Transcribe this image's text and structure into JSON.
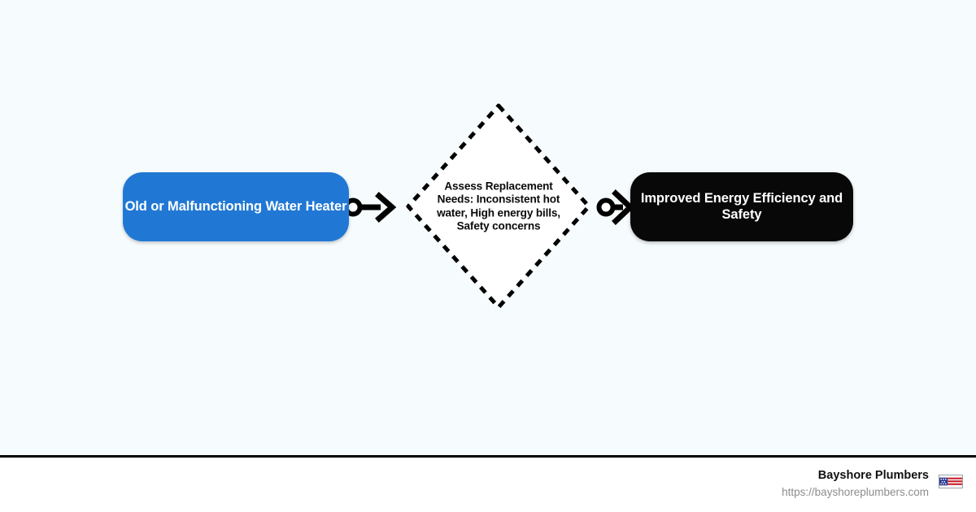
{
  "canvas": {
    "background_color": "#f6fcfe"
  },
  "diagram": {
    "type": "flowchart",
    "direction": "left-to-right",
    "nodes": [
      {
        "id": "start",
        "shape": "rounded-rectangle",
        "label": "Old or Malfunctioning Water Heater",
        "fill_color": "#2178d4",
        "text_color": "#ffffff"
      },
      {
        "id": "decision",
        "shape": "diamond",
        "label": "Assess Replacement Needs: Inconsistent hot water, High energy bills, Safety concerns",
        "fill_color": "#ffffff",
        "border_color": "#000000",
        "border_style": "dashed",
        "text_color": "#0b0b0b"
      },
      {
        "id": "end",
        "shape": "rounded-rectangle",
        "label": "Improved Energy Efficiency and Safety",
        "fill_color": "#080808",
        "text_color": "#ffffff"
      }
    ],
    "edges": [
      {
        "id": "edge-1",
        "from": "start",
        "to": "decision",
        "style": "solid",
        "start_marker": "circle",
        "end_marker": "arrow",
        "color": "#000000"
      },
      {
        "id": "edge-2",
        "from": "decision",
        "to": "end",
        "style": "solid",
        "start_marker": "circle",
        "end_marker": "arrow",
        "color": "#000000"
      }
    ]
  },
  "footer": {
    "brand_name": "Bayshore Plumbers",
    "url": "https://bayshoreplumbers.com",
    "logo_colors": {
      "red": "#c8202a",
      "blue": "#2b3a8f",
      "white": "#ffffff"
    }
  }
}
